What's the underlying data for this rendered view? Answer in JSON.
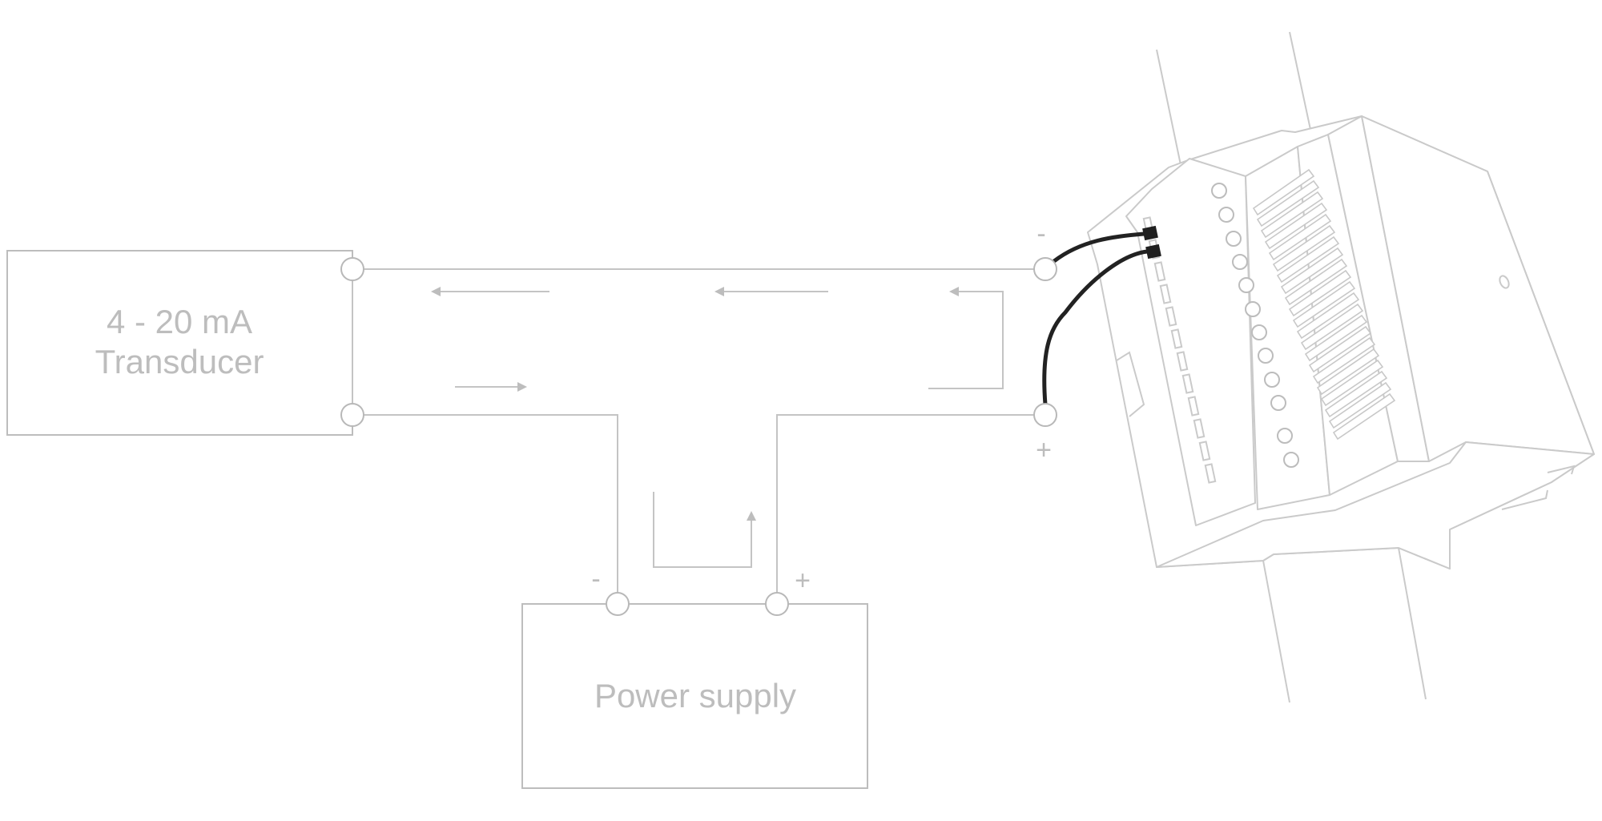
{
  "transducer": {
    "line1": "4 - 20 mA",
    "line2": "Transducer"
  },
  "power_supply": {
    "label": "Power supply",
    "minus_sign": "-",
    "plus_sign": "+"
  },
  "device": {
    "minus_sign": "-",
    "plus_sign": "+"
  },
  "colors": {
    "line": "#c4c4c4",
    "text": "#bdbdbd",
    "cable": "#222222"
  }
}
